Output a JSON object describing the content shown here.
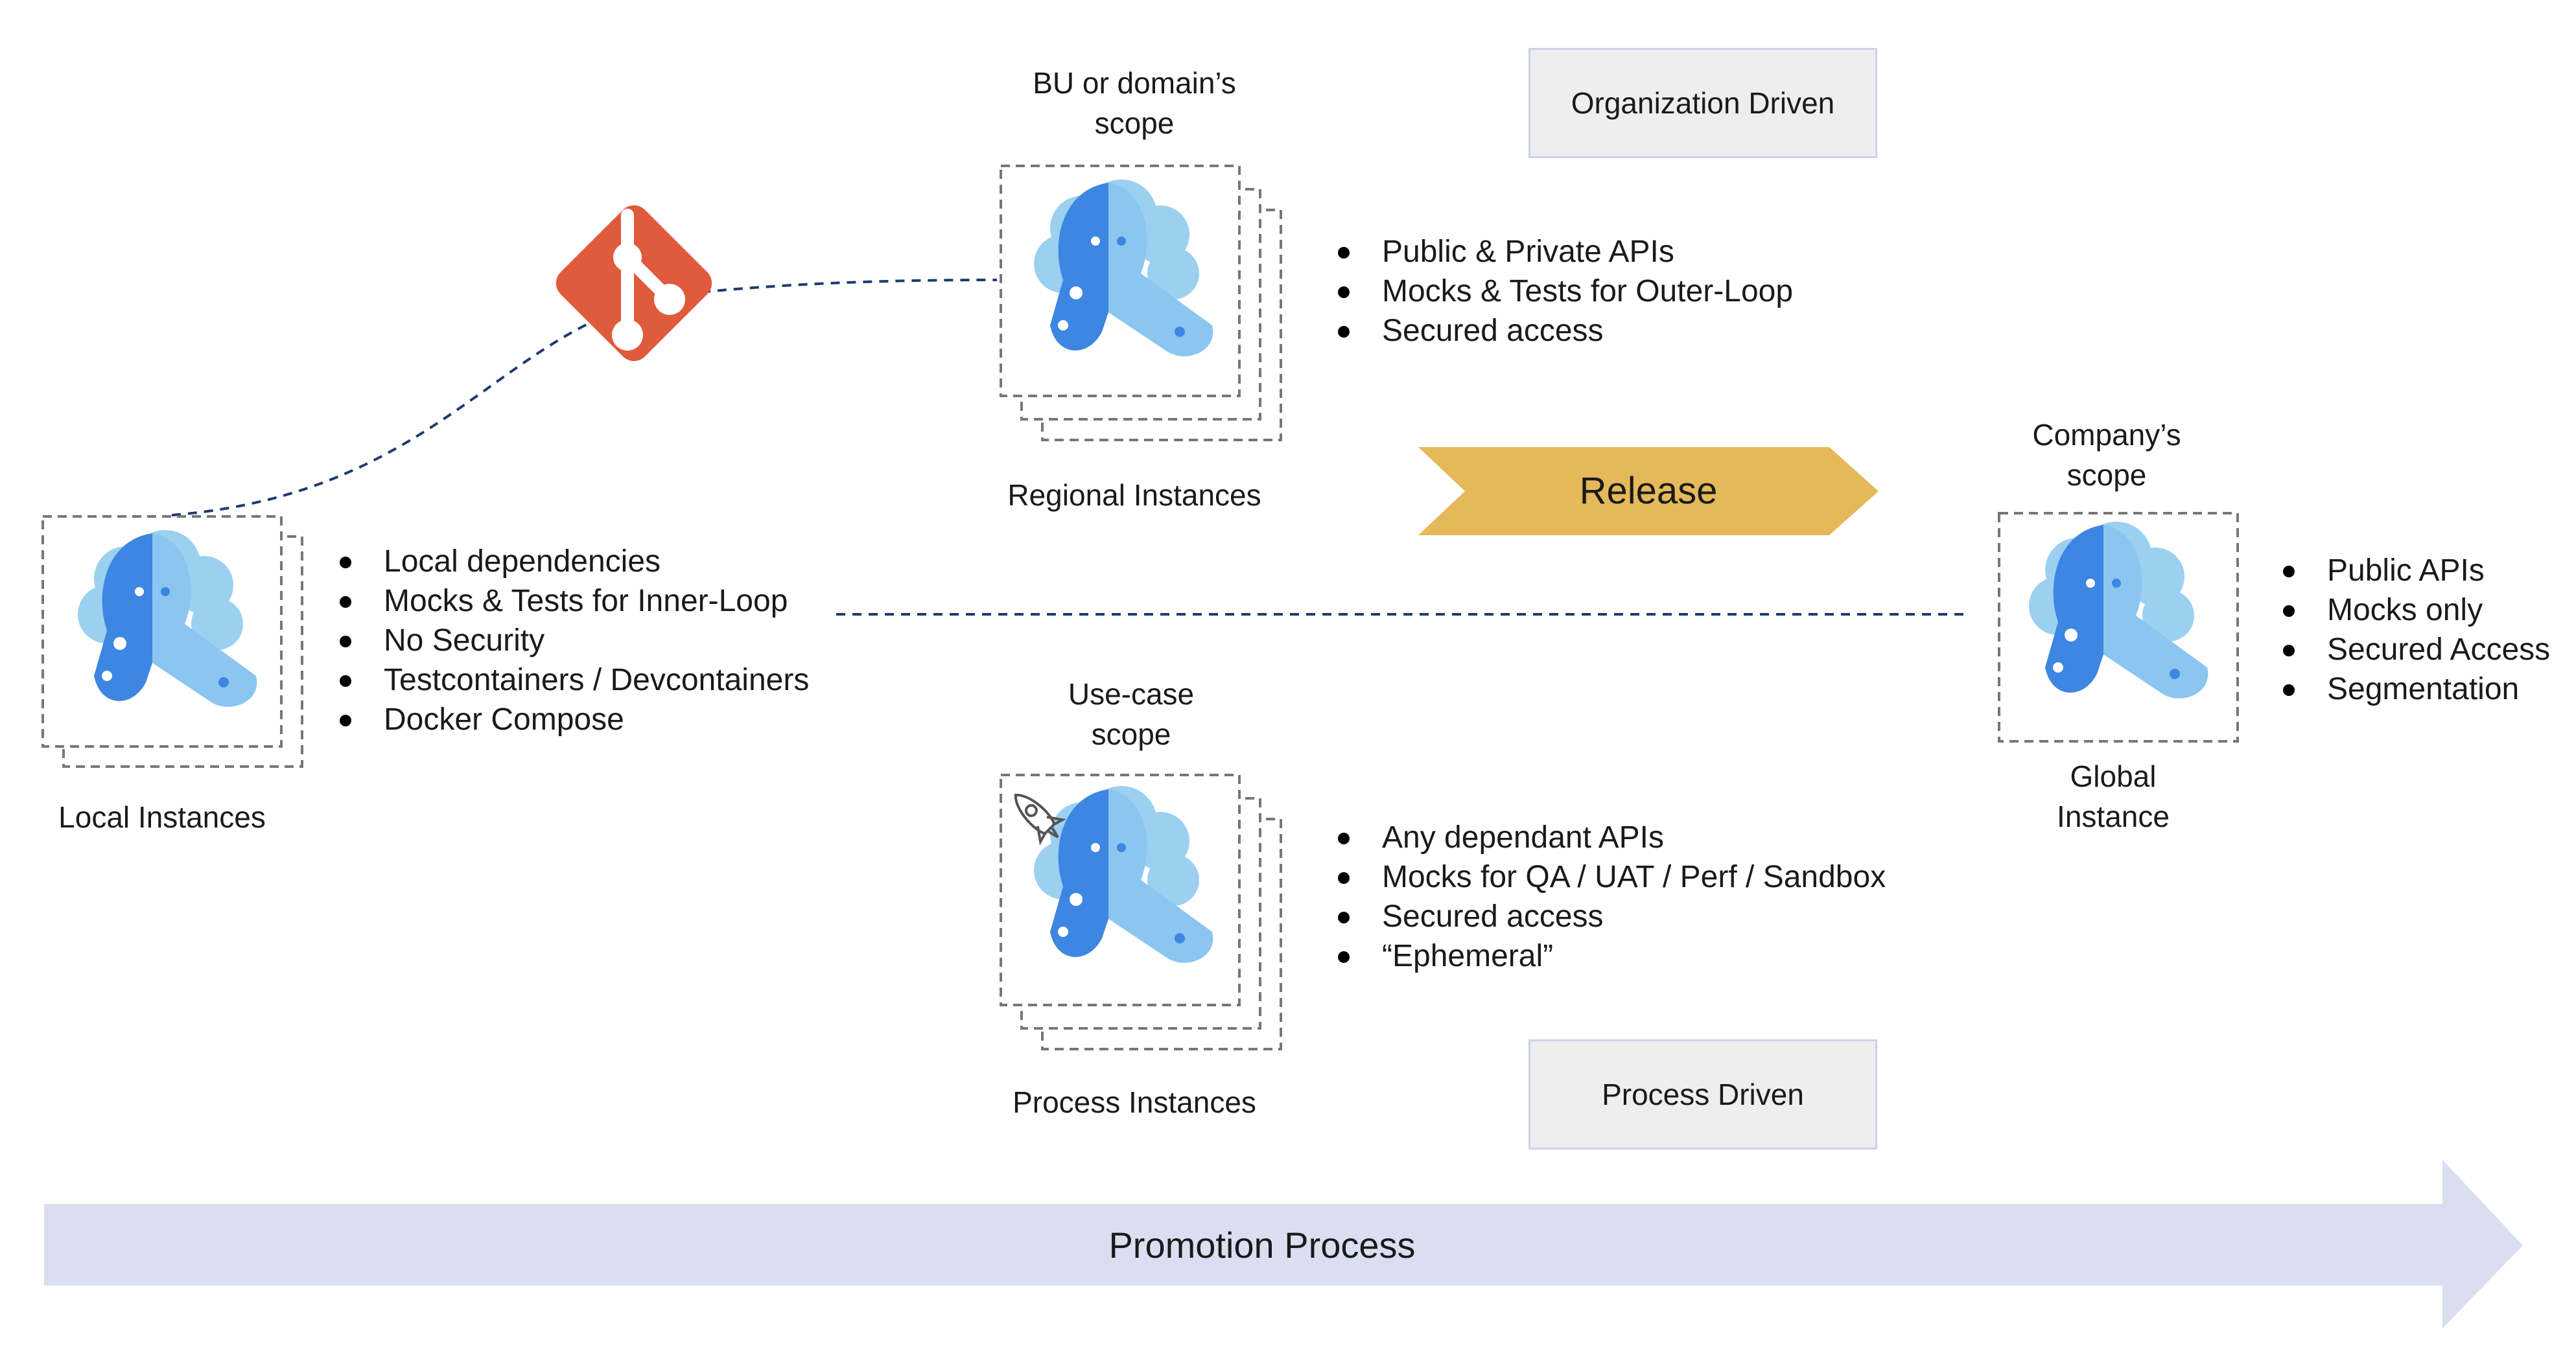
{
  "labels": {
    "local_instances": "Local Instances",
    "regional_instances": "Regional Instances",
    "process_instances": "Process Instances",
    "bu_scope_line1": "BU or domain’s",
    "bu_scope_line2": "scope",
    "usecase_scope_line1": "Use-case",
    "usecase_scope_line2": "scope",
    "company_scope_line1": "Company’s",
    "company_scope_line2": "scope",
    "global_line1": "Global",
    "global_line2": "Instance"
  },
  "local_bullets": [
    "Local dependencies",
    "Mocks & Tests for Inner-Loop",
    "No Security",
    "Testcontainers / Devcontainers",
    "Docker Compose"
  ],
  "regional_bullets": [
    "Public & Private  APIs",
    "Mocks & Tests for Outer-Loop",
    "Secured access"
  ],
  "process_bullets": [
    "Any dependant  APIs",
    "Mocks for QA / UAT / Perf / Sandbox",
    "Secured access",
    "“Ephemeral”"
  ],
  "global_bullets": [
    "Public APIs",
    "Mocks only",
    "Secured Access",
    "Segmentation"
  ],
  "tags": {
    "organization": "Organization Driven",
    "process": "Process Driven"
  },
  "release_label": "Release",
  "promotion_label": "Promotion Process",
  "icons": {
    "instance": "microcks-logo-icon",
    "git": "git-logo-icon",
    "rocket": "rocket-icon"
  },
  "colors": {
    "git": "#e05a3c",
    "release": "#e5b95a",
    "promotion": "#d9dff0",
    "logo_light": "#9cd0f0",
    "logo_dark": "#3d86e2",
    "dashed": "#1f3a6e"
  }
}
